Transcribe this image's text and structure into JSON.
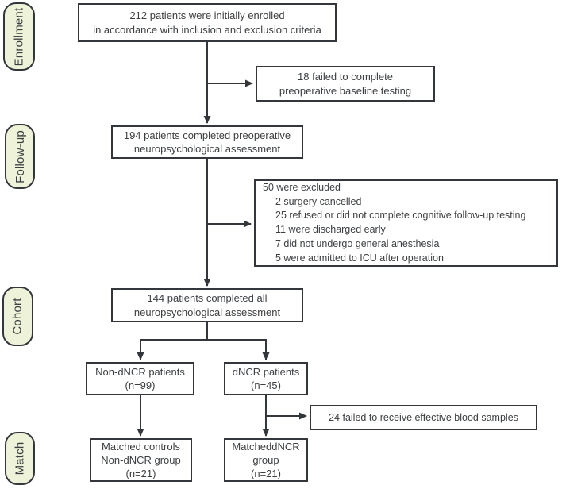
{
  "stages": [
    {
      "label": "Enrollment"
    },
    {
      "label": "Follow-up"
    },
    {
      "label": "Cohort"
    },
    {
      "label": "Match"
    }
  ],
  "boxes": {
    "enrolled": {
      "lines": [
        "212 patients were initially enrolled",
        "in accordance with inclusion and exclusion criteria"
      ]
    },
    "failed_baseline": {
      "lines": [
        "18 failed to complete",
        "preoperative baseline testing"
      ]
    },
    "preop_completed": {
      "lines": [
        "194 patients completed preoperative",
        "neuropsychological assessment"
      ]
    },
    "excluded": {
      "lines": [
        "50 were excluded",
        "2 surgery cancelled",
        "25 refused or did not complete cognitive follow-up testing",
        "11 were discharged early",
        "7 did not undergo general anesthesia",
        "5 were admitted to ICU after operation"
      ]
    },
    "all_completed": {
      "lines": [
        "144 patients completed all",
        "neuropsychological assessment"
      ]
    },
    "non_dncr": {
      "lines": [
        "Non-dNCR patients",
        "(n=99)"
      ]
    },
    "dncr": {
      "lines": [
        "dNCR patients",
        "(n=45)"
      ]
    },
    "failed_blood": {
      "lines": [
        "24 failed to receive effective blood samples"
      ]
    },
    "matched_controls": {
      "lines": [
        "Matched controls",
        "Non-dNCR group",
        "(n=21)"
      ]
    },
    "matched_dncr": {
      "lines": [
        "MatcheddNCR",
        "group",
        "(n=21)"
      ]
    }
  },
  "colors": {
    "stage_fill": "#edf2d8",
    "border": "#33363a",
    "text": "#3d4043",
    "background": "#ffffff"
  }
}
